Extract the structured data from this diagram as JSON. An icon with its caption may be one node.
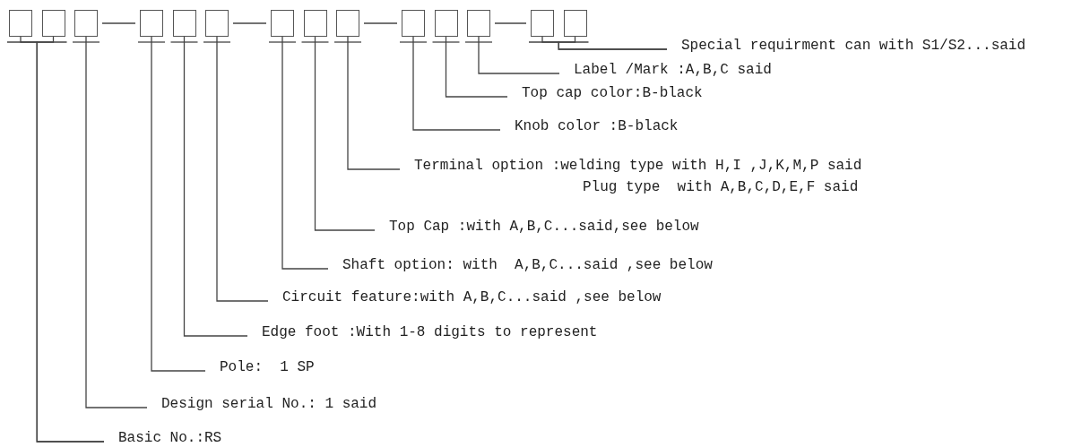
{
  "diagram": {
    "nodes": [
      {
        "text": [],
        "shape": "box"
      },
      {
        "text": [],
        "shape": "box"
      },
      {
        "text": [],
        "shape": "box"
      },
      {
        "text": [],
        "shape": "box"
      },
      {
        "text": [],
        "shape": "box"
      },
      {
        "text": [],
        "shape": "box"
      },
      {
        "text": [],
        "shape": "box"
      },
      {
        "text": [],
        "shape": "box"
      },
      {
        "text": [],
        "shape": "box"
      },
      {
        "text": [],
        "shape": "box"
      },
      {
        "text": [],
        "shape": "box"
      },
      {
        "text": [],
        "shape": "box"
      },
      {
        "text": [],
        "shape": "box"
      },
      {
        "text": [],
        "shape": "box"
      },
      {
        "text": [
          "Special requirment can with S1/S2...said"
        ]
      },
      {
        "text": [
          "Label /Mark :A,B,C said"
        ]
      },
      {
        "text": [
          "Top cap color:B-black"
        ]
      },
      {
        "text": [
          "Knob color :B-black"
        ]
      },
      {
        "text": [
          "Terminal option :welding type with H,I ,J,K,M,P said",
          "Plug type  with A,B,C,D,E,F said"
        ]
      },
      {
        "text": [
          "Top Cap :with A,B,C...said,see below"
        ]
      },
      {
        "text": [
          "Shaft option: with  A,B,C...said ,see below"
        ]
      },
      {
        "text": [
          "Circuit feature:with A,B,C...said ,see below"
        ]
      },
      {
        "text": [
          "Edge foot :With 1-8 digits to represent"
        ]
      },
      {
        "text": [
          "Pole:  1 SP"
        ]
      },
      {
        "text": [
          "Design serial No.: 1 said"
        ]
      },
      {
        "text": [
          "Basic No.:RS"
        ]
      }
    ],
    "edges": [
      {
        "from": 14,
        "to": 12,
        "arrow": "none"
      },
      {
        "from": 14,
        "to": 13,
        "arrow": "none"
      },
      {
        "from": 15,
        "to": 11,
        "arrow": "none"
      },
      {
        "from": 16,
        "to": 10,
        "arrow": "none"
      },
      {
        "from": 17,
        "to": 9,
        "arrow": "none"
      },
      {
        "from": 18,
        "to": 8,
        "arrow": "none"
      },
      {
        "from": 19,
        "to": 7,
        "arrow": "none"
      },
      {
        "from": 20,
        "to": 6,
        "arrow": "none"
      },
      {
        "from": 21,
        "to": 5,
        "arrow": "none"
      },
      {
        "from": 22,
        "to": 4,
        "arrow": "none"
      },
      {
        "from": 23,
        "to": 3,
        "arrow": "none"
      },
      {
        "from": 24,
        "to": 2,
        "arrow": "none"
      },
      {
        "from": 25,
        "to": 0,
        "arrow": "none"
      },
      {
        "from": 25,
        "to": 1,
        "arrow": "none"
      }
    ]
  }
}
